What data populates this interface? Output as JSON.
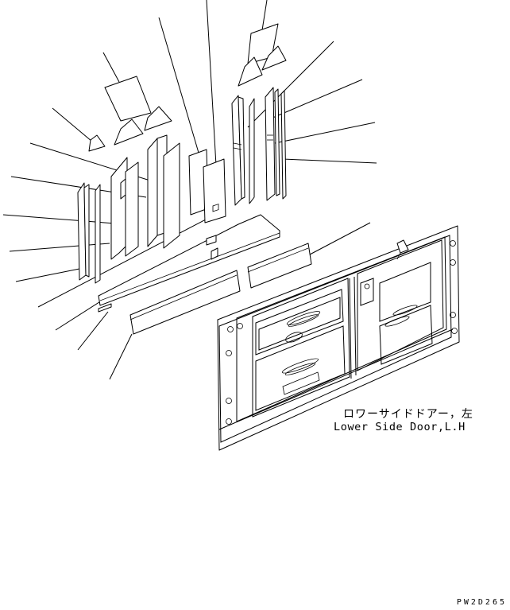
{
  "caption": {
    "japanese": "ロワーサイドドアー，左",
    "english": "Lower Side Door,L.H"
  },
  "drawing_code": "PW2D265",
  "colors": {
    "ink": "#000000",
    "paper": "#ffffff"
  }
}
